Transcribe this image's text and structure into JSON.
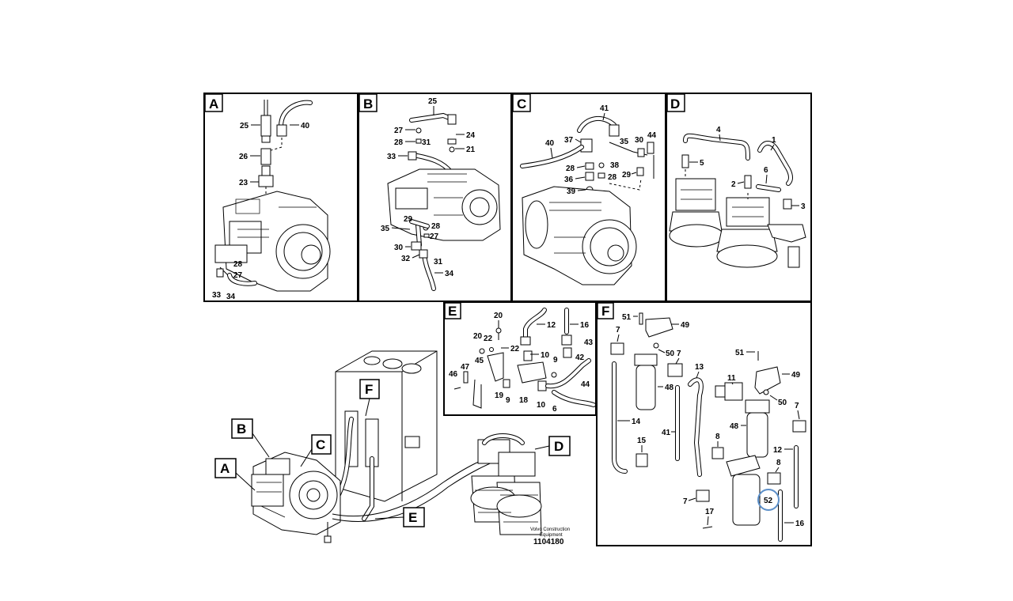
{
  "panels": {
    "A": {
      "tag": "A",
      "labels": [
        "25",
        "40",
        "26",
        "23",
        "28",
        "27",
        "33",
        "34"
      ]
    },
    "B": {
      "tag": "B",
      "labels": [
        "25",
        "27",
        "24",
        "28",
        "21",
        "31",
        "33",
        "29",
        "35",
        "28",
        "27",
        "30",
        "32",
        "31",
        "34"
      ]
    },
    "C": {
      "tag": "C",
      "labels": [
        "41",
        "37",
        "35",
        "30",
        "44",
        "40",
        "28",
        "38",
        "36",
        "28",
        "29",
        "39"
      ]
    },
    "D": {
      "tag": "D",
      "labels": [
        "4",
        "1",
        "5",
        "6",
        "2",
        "3"
      ]
    },
    "E": {
      "tag": "E",
      "labels": [
        "20",
        "12",
        "16",
        "20",
        "22",
        "22",
        "10",
        "43",
        "45",
        "42",
        "9",
        "46",
        "47",
        "19",
        "9",
        "18",
        "10",
        "6",
        "44"
      ]
    },
    "F": {
      "tag": "F",
      "labels": [
        "51",
        "49",
        "7",
        "50",
        "7",
        "13",
        "48",
        "51",
        "11",
        "49",
        "14",
        "41",
        "50",
        "48",
        "7",
        "15",
        "8",
        "12",
        "8",
        "52",
        "7",
        "17",
        "16"
      ]
    }
  },
  "overview": {
    "callouts": [
      "B",
      "C",
      "A",
      "F",
      "D",
      "E"
    ],
    "manufacturer": "Volvo Construction Equipment",
    "manufacturer_line1": "Volvo Construction",
    "manufacturer_line2": "Equipment",
    "drawing_number": "1104180"
  },
  "highlight_color": "#5b8fc9"
}
